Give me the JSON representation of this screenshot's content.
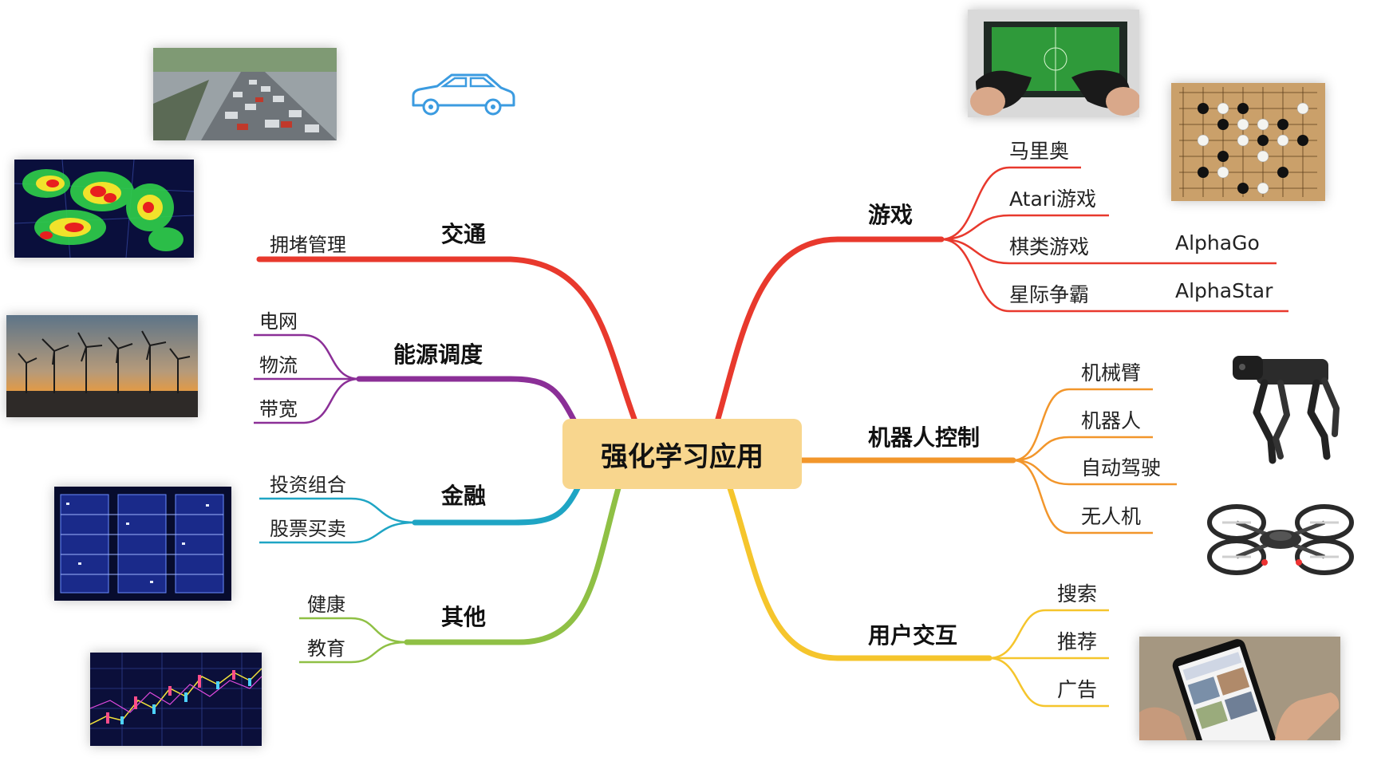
{
  "center": "强化学习应用",
  "colors": {
    "red": "#e8392d",
    "purple": "#8b2f97",
    "cyan": "#1fa5c4",
    "green": "#8fc045",
    "orange": "#f2962b",
    "yellow": "#f5c52c",
    "center_bg": "#f8d68e"
  },
  "left": {
    "transport": {
      "label": "交通",
      "items": [
        "拥堵管理"
      ]
    },
    "energy": {
      "label": "能源调度",
      "items": [
        "电网",
        "物流",
        "带宽"
      ]
    },
    "finance": {
      "label": "金融",
      "items": [
        "投资组合",
        "股票买卖"
      ]
    },
    "other": {
      "label": "其他",
      "items": [
        "健康",
        "教育"
      ]
    }
  },
  "right": {
    "games": {
      "label": "游戏",
      "items": [
        "马里奥",
        "Atari游戏",
        "棋类游戏",
        "星际争霸"
      ],
      "sub": {
        "board": "AlphaGo",
        "starcraft": "AlphaStar"
      }
    },
    "robotics": {
      "label": "机器人控制",
      "items": [
        "机械臂",
        "机器人",
        "自动驾驶",
        "无人机"
      ]
    },
    "interaction": {
      "label": "用户交互",
      "items": [
        "搜索",
        "推荐",
        "广告"
      ]
    }
  },
  "images": [
    "traffic-jam-photo",
    "traffic-heatmap-image",
    "wind-turbines-photo",
    "server-racks-photo",
    "stock-chart-photo",
    "gaming-controller-photo",
    "go-board-photo",
    "robot-dog-photo",
    "drone-photo",
    "smartphone-photo",
    "car-icon"
  ]
}
